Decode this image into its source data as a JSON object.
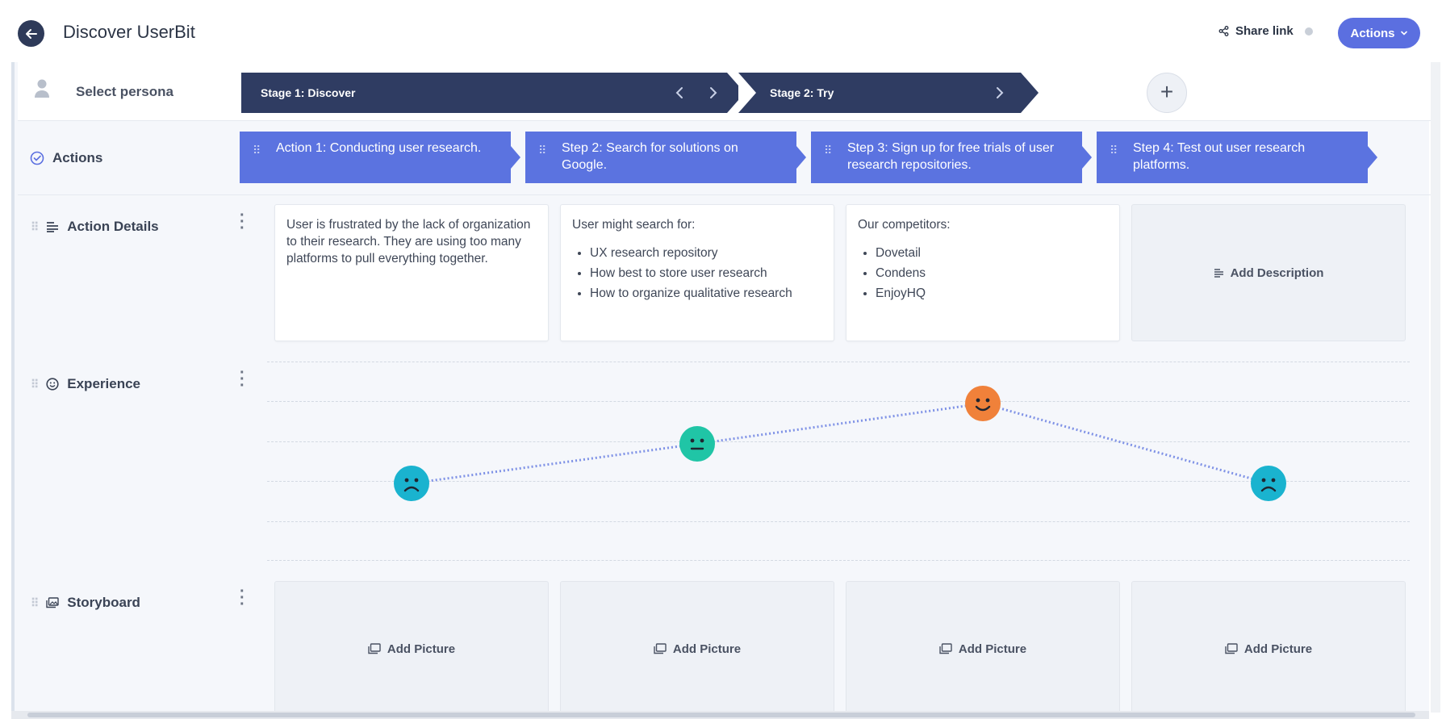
{
  "header": {
    "title": "Discover UserBit",
    "share_label": "Share link",
    "actions_label": "Actions"
  },
  "persona": {
    "label": "Select persona"
  },
  "stages": [
    {
      "label": "Stage 1: Discover"
    },
    {
      "label": "Stage 2: Try"
    }
  ],
  "rows": {
    "actions": "Actions",
    "action_details": "Action Details",
    "experience": "Experience",
    "storyboard": "Storyboard"
  },
  "steps": [
    {
      "label": "Action 1: Conducting user research."
    },
    {
      "label": "Step 2: Search for solutions on Google."
    },
    {
      "label": "Step 3: Sign up for free trials of user research repositories."
    },
    {
      "label": "Step 4: Test out user research platforms."
    }
  ],
  "details": [
    {
      "text": "User is frustrated by the lack of organiza­tion to their research. They are using too many platforms to pull everything together."
    },
    {
      "intro": "User might search for:",
      "items": [
        "UX research repository",
        "How best to store user research",
        "How to organize qualitative research"
      ]
    },
    {
      "intro": "Our competitors:",
      "items": [
        "Dovetail",
        "Condens",
        "EnjoyHQ"
      ]
    },
    {
      "empty_label": "Add Description"
    }
  ],
  "experience": [
    {
      "mood": "sad",
      "level": 2,
      "color": "#1ab3cf"
    },
    {
      "mood": "neutral",
      "level": 3,
      "color": "#20c5a6"
    },
    {
      "mood": "happy",
      "level": 4,
      "color": "#f0813a"
    },
    {
      "mood": "sad",
      "level": 2,
      "color": "#1ab3cf"
    }
  ],
  "storyboard": [
    {
      "label": "Add Picture"
    },
    {
      "label": "Add Picture"
    },
    {
      "label": "Add Picture"
    },
    {
      "label": "Add Picture"
    }
  ],
  "colors": {
    "accent": "#5b6fe0",
    "stage": "#2f3c62",
    "step": "#5b73e0"
  }
}
